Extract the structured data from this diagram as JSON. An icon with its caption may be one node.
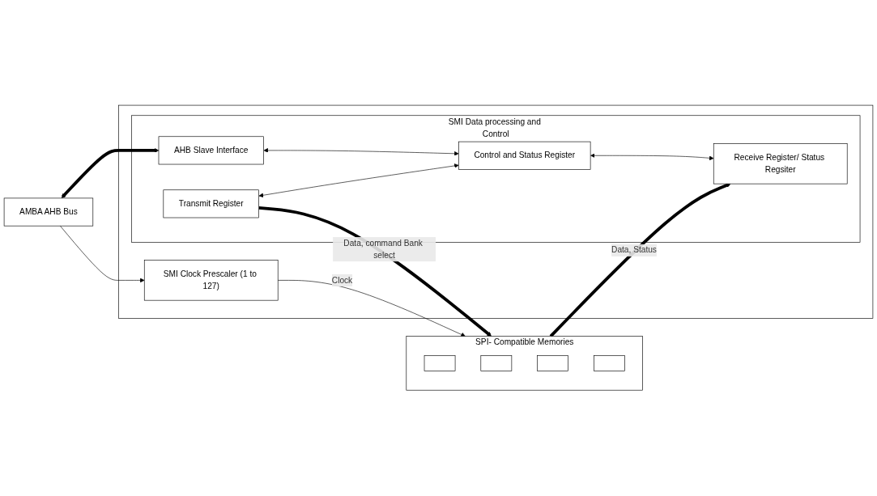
{
  "diagram": {
    "nodes": [
      {
        "text": [
          "AMBA AHB Bus"
        ]
      },
      {
        "text": [],
        "shape": "box"
      },
      {
        "text": [
          "SMI Clock Prescaler (1 to 127)"
        ],
        "in": 1
      },
      {
        "text": [
          "SMI Data processing and Control"
        ],
        "in": 1
      },
      {
        "text": [
          "Transmit Register"
        ],
        "in": 3
      },
      {
        "text": [
          "AHB Slave Interface"
        ],
        "in": 3
      },
      {
        "text": [
          "Control and Status Register"
        ],
        "in": 3
      },
      {
        "text": [
          "Receive Register/ Status Regsiter"
        ],
        "in": 3
      },
      {
        "text": [
          "SPI- Compatible Memories"
        ]
      },
      {
        "text": [],
        "shape": "box",
        "in": 8
      },
      {
        "text": [],
        "shape": "box",
        "in": 8
      },
      {
        "text": [],
        "shape": "box",
        "in": 8
      },
      {
        "text": [],
        "shape": "box",
        "in": 8
      }
    ],
    "edges": [
      {
        "from": 0,
        "to": 5,
        "arrow": "both",
        "style": "thick"
      },
      {
        "from": 0,
        "to": 2,
        "arrow": "to"
      },
      {
        "from": 2,
        "to": 8,
        "arrow": "to",
        "label": "Clock"
      },
      {
        "from": 4,
        "to": 8,
        "arrow": "to",
        "style": "thick",
        "label": "Data, command Bank select"
      },
      {
        "from": 8,
        "to": 7,
        "arrow": "to",
        "style": "thick",
        "label": "Data, Status"
      },
      {
        "from": 5,
        "to": 6,
        "arrow": "both"
      },
      {
        "from": 4,
        "to": 6,
        "arrow": "both"
      },
      {
        "from": 6,
        "to": 7,
        "arrow": "both"
      }
    ]
  }
}
